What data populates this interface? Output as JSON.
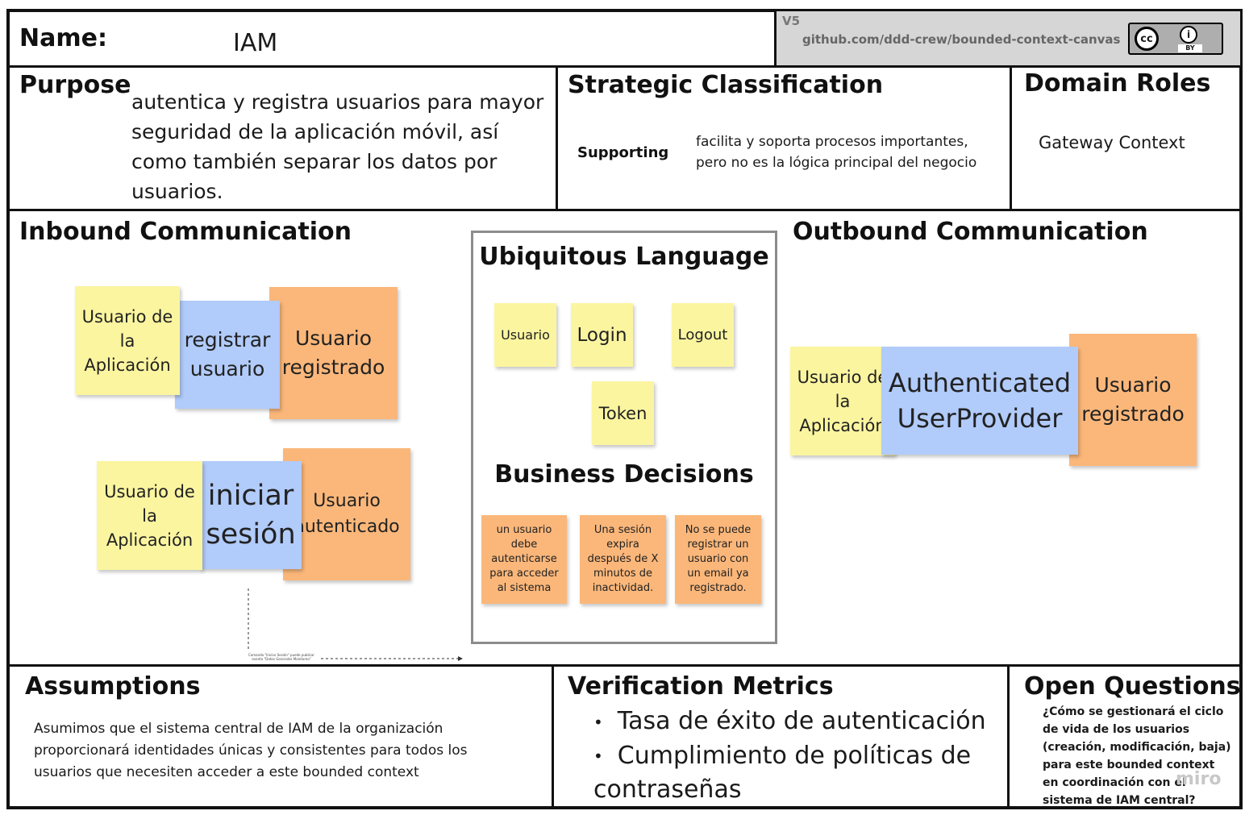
{
  "header": {
    "name_label": "Name:",
    "name_value": "IAM",
    "version": "V5",
    "repo": "github.com/ddd-crew/bounded-context-canvas",
    "license_icon": "creative-commons-by-icon",
    "license_cc": "cc",
    "license_by": "BY"
  },
  "purpose": {
    "title": "Purpose",
    "text": "autentica y registra usuarios para mayor seguridad de la aplicación móvil, así como también separar los datos por usuarios."
  },
  "strategic": {
    "title": "Strategic Classification",
    "label": "Supporting",
    "description": "facilita y soporta procesos importantes, pero no es la lógica principal  del negocio"
  },
  "domain_roles": {
    "title": "Domain Roles",
    "value": "Gateway Context"
  },
  "inbound": {
    "title": "Inbound Communication",
    "flow1": {
      "collaborator": "Usuario de la Aplicación",
      "message": "registrar usuario",
      "event": "Usuario registrado"
    },
    "flow2": {
      "collaborator": "Usuario de la Aplicación",
      "message": "iniciar sesión",
      "event": "Usuario autenticado"
    },
    "tiny_note": "Comando \"Iniciar Sesión\" puede publicar evento \"Datos Generales Monitoreo\""
  },
  "ubiquitous": {
    "title": "Ubiquitous Language",
    "terms": [
      "Usuario",
      "Login",
      "Logout",
      "Token"
    ]
  },
  "business_decisions": {
    "title": "Business Decisions",
    "items": [
      "un usuario debe autenticarse para acceder al sistema",
      "Una sesión expira después de X minutos de inactividad.",
      "No se puede registrar un usuario con un email ya registrado."
    ]
  },
  "outbound": {
    "title": "Outbound Communication",
    "collaborator": "Usuario de la Aplicación",
    "message": "Authenticated UserProvider",
    "event": "Usuario registrado"
  },
  "assumptions": {
    "title": "Assumptions",
    "text": "Asumimos que el sistema central de IAM de la organización proporcionará identidades únicas y consistentes para todos los usuarios que necesiten acceder a este bounded context"
  },
  "verification": {
    "title": "Verification Metrics",
    "items": [
      "Tasa de éxito de autenticación",
      "Cumplimiento de políticas de contraseñas"
    ]
  },
  "open_questions": {
    "title": "Open Questions",
    "text": "¿Cómo se gestionará el ciclo de vida de los usuarios (creación, modificación, baja) para este bounded context en coordinación con el sistema de IAM central?",
    "watermark": "miro"
  }
}
